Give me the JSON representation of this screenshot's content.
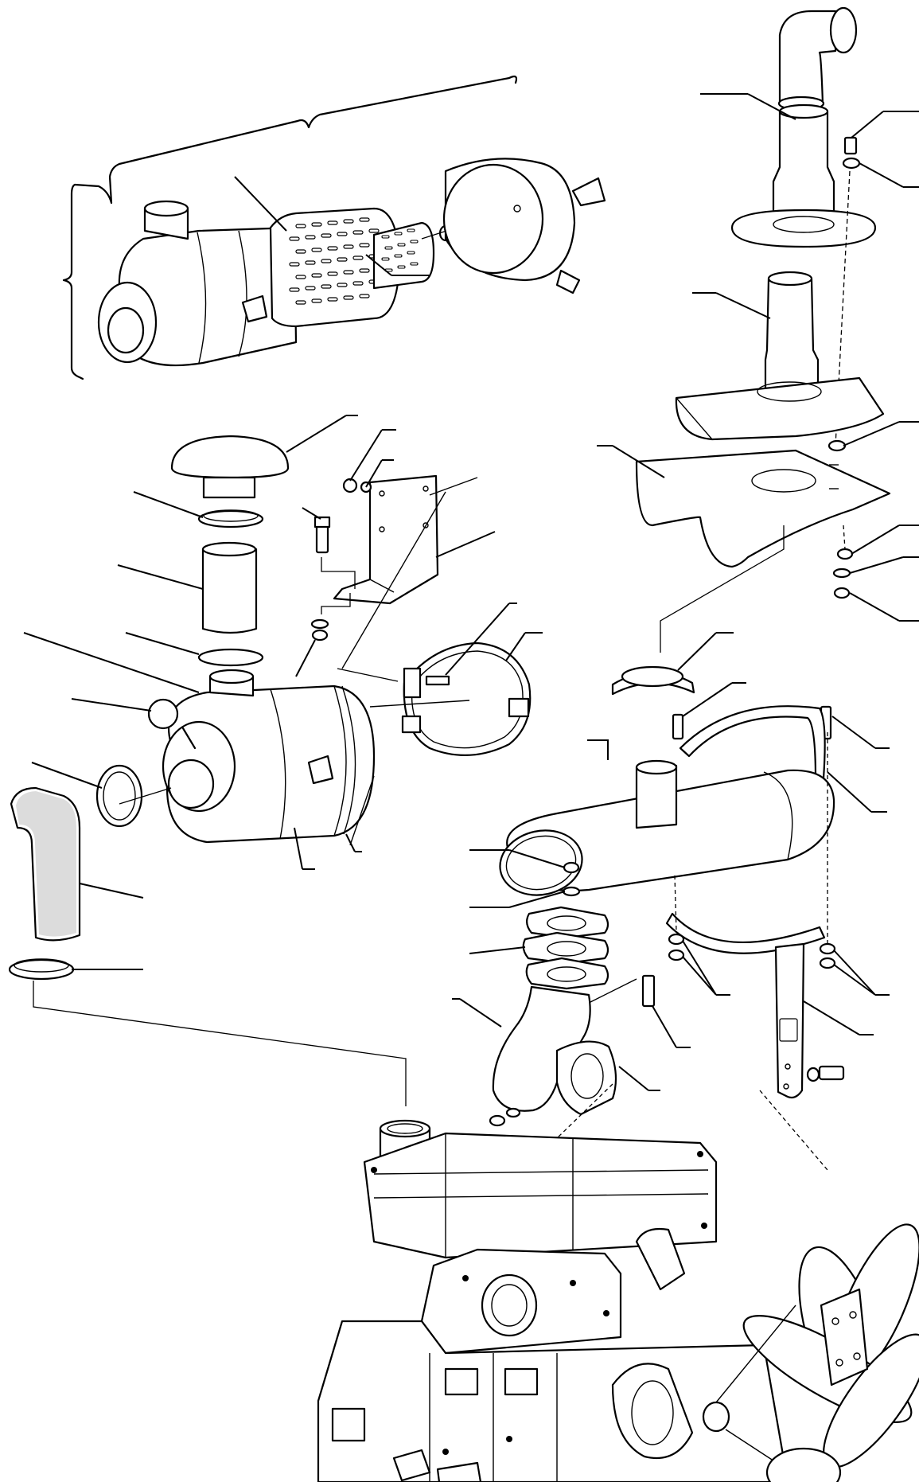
{
  "figure": {
    "kind": "exploded parts diagram",
    "colors": {
      "line": "#000000",
      "paper": "#ffffff"
    }
  },
  "assemblies": [
    "air-cleaner-filter-detail",
    "air-cleaner-intake",
    "exhaust-stack",
    "muffler",
    "engine"
  ]
}
